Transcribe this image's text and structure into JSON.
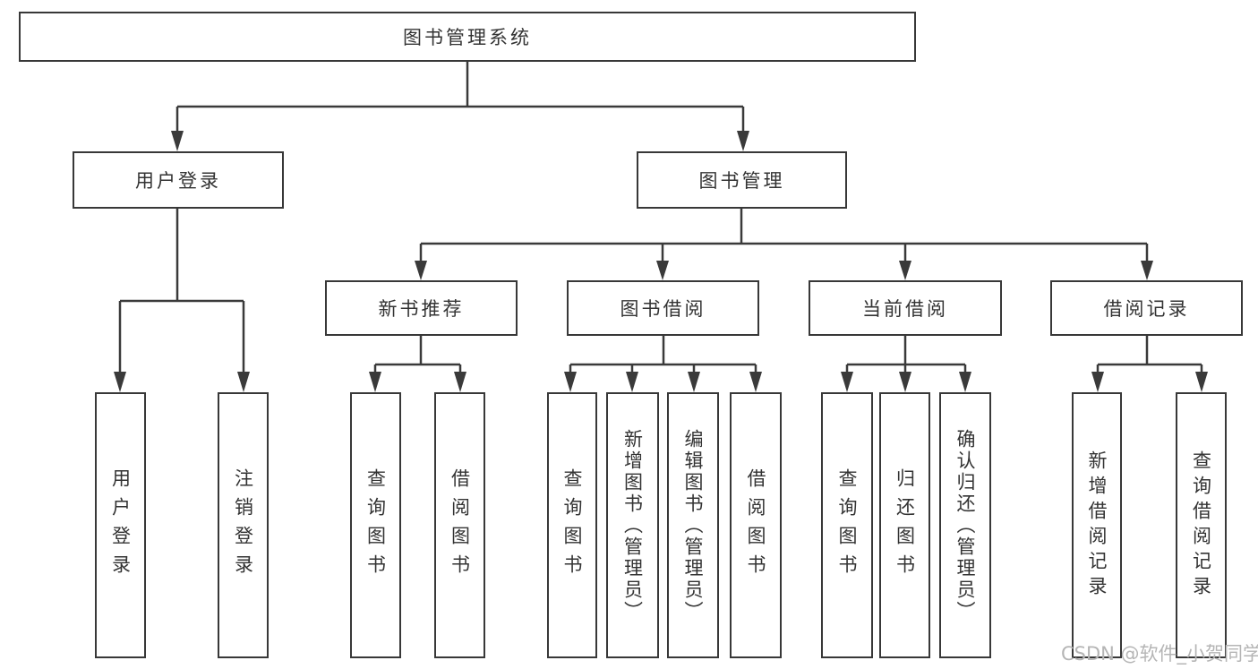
{
  "tree": {
    "root": {
      "label": "图书管理系统"
    },
    "branches": [
      {
        "label": "用户登录",
        "children": [
          {
            "label": "用户登录"
          },
          {
            "label": "注销登录"
          }
        ]
      },
      {
        "label": "图书管理",
        "children": [
          {
            "label": "新书推荐",
            "children": [
              {
                "label": "查询图书"
              },
              {
                "label": "借阅图书"
              }
            ]
          },
          {
            "label": "图书借阅",
            "children": [
              {
                "label": "查询图书"
              },
              {
                "label": "新增图书（管理员）"
              },
              {
                "label": "编辑图书（管理员）"
              },
              {
                "label": "借阅图书"
              }
            ]
          },
          {
            "label": "当前借阅",
            "children": [
              {
                "label": "查询图书"
              },
              {
                "label": "归还图书"
              },
              {
                "label": "确认归还（管理员）"
              }
            ]
          },
          {
            "label": "借阅记录",
            "children": [
              {
                "label": "新增借阅记录"
              },
              {
                "label": "查询借阅记录"
              }
            ]
          }
        ]
      }
    ]
  },
  "watermark": {
    "text": "CSDN @软件_小贺同学"
  },
  "colors": {
    "line": "#3a3a3a",
    "border": "#383838",
    "text": "#333333",
    "watermark": "#b5b5b5",
    "background": "#ffffff"
  }
}
